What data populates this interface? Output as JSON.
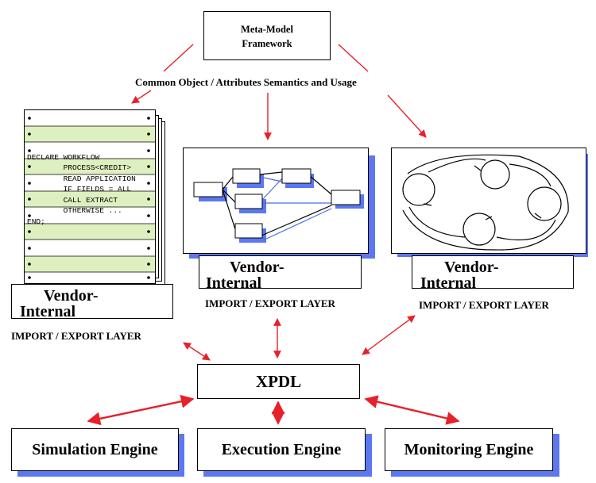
{
  "meta_model": {
    "line1": "Meta-Model",
    "line2": "Framework"
  },
  "common_object": "Common Object / Attributes Semantics and Usage",
  "vendor_left": {
    "line1": "Vendor-",
    "line2": "Internal",
    "layer": "IMPORT / EXPORT LAYER"
  },
  "vendor_middle": {
    "line1": "Vendor-",
    "line2": "Internal",
    "layer": "IMPORT / EXPORT LAYER"
  },
  "vendor_right": {
    "line1": "Vendor-",
    "line2": "Internal",
    "layer": "IMPORT / EXPORT LAYER"
  },
  "code_listing": {
    "line1": "DECLARE WORKFLOW",
    "line2": "        PROCESS<CREDIT>",
    "line3": "        READ APPLICATION",
    "line4": "        IF FIELDS = ALL",
    "line5": "        CALL EXTRACT",
    "line6": "        OTHERWISE ...",
    "line7": "END;"
  },
  "xpdl": "XPDL",
  "engines": {
    "simulation": "Simulation Engine",
    "execution": "Execution Engine",
    "monitoring": "Monitoring Engine"
  },
  "colors": {
    "arrow": "#e8202a",
    "shadow": "#5b78f0",
    "stripe": "#dff0c0",
    "flow_line": "#4a6ee0"
  }
}
